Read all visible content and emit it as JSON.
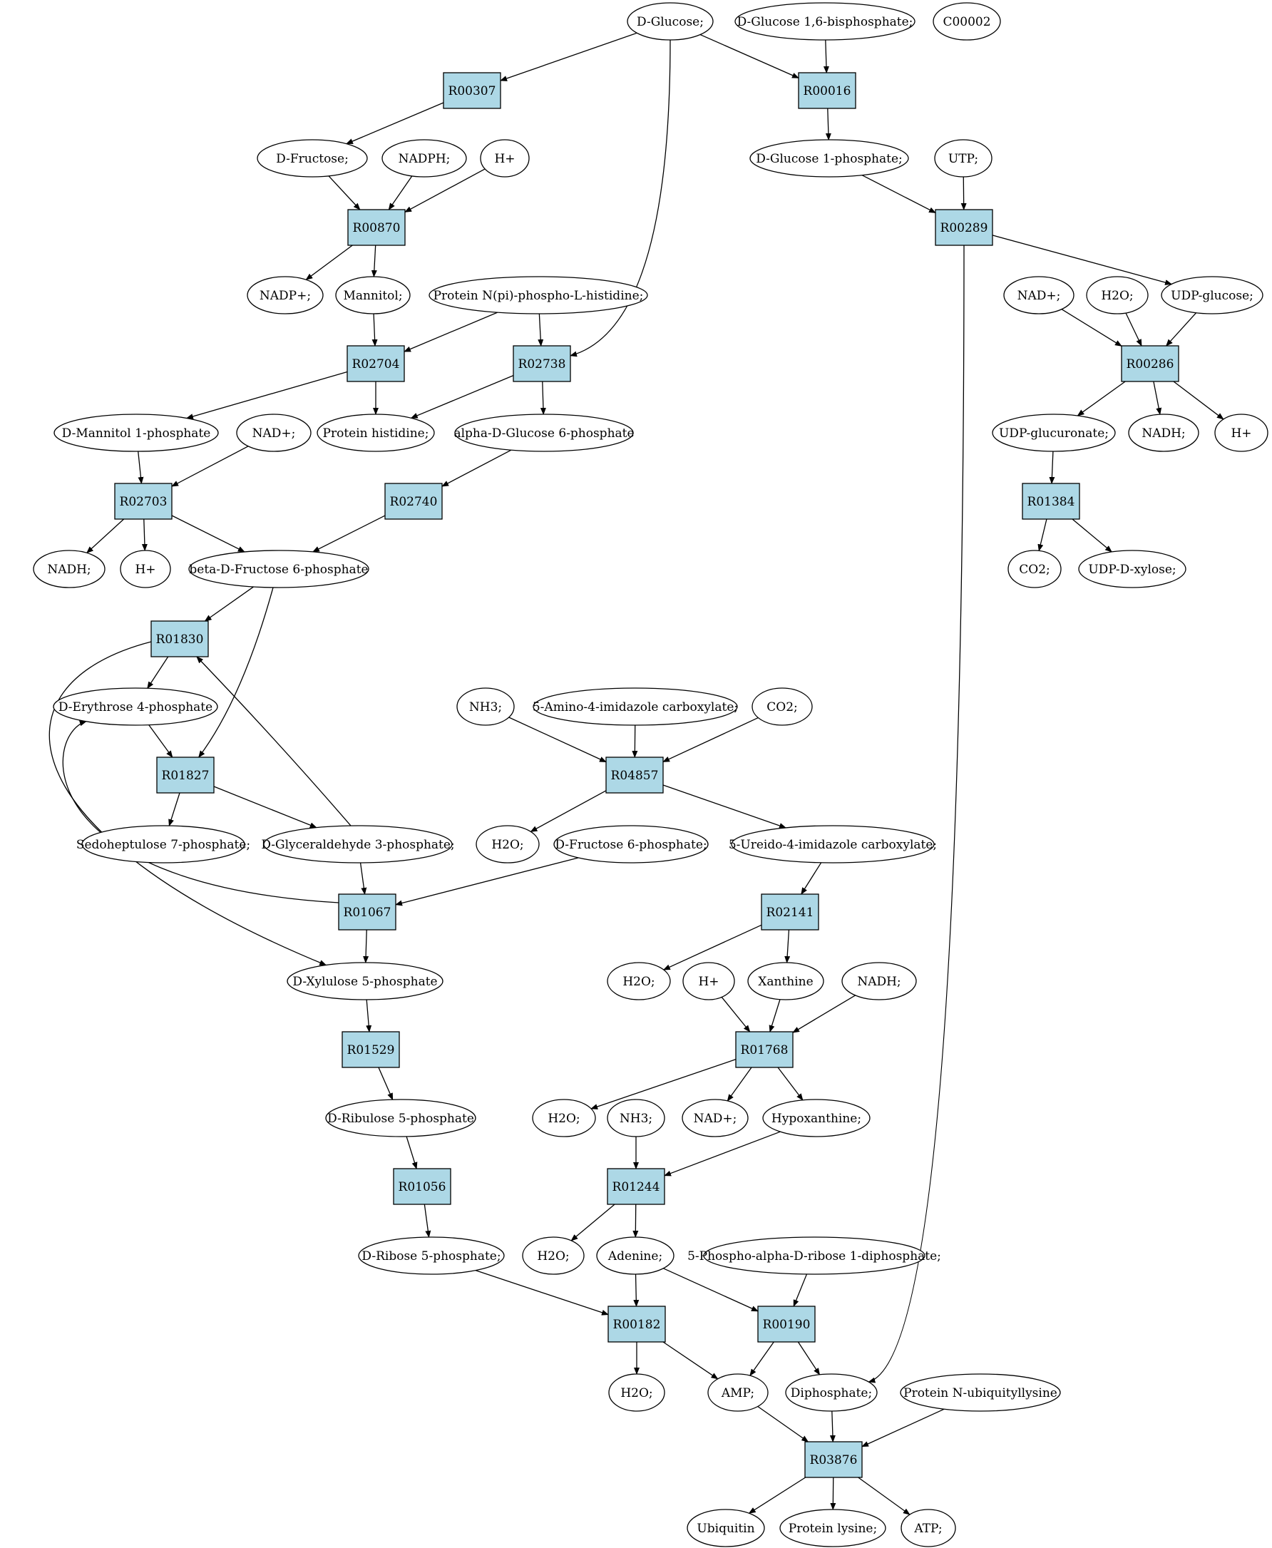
{
  "colors": {
    "reaction_fill": "#add8e6",
    "highlight_green": "#00ff00",
    "highlight_yellow": "#ffff00",
    "metabolite_fill": "#ffffff",
    "stroke": "#000000"
  },
  "metabolites": [
    {
      "id": "m_glucose",
      "label": "D-Glucose;",
      "fill": "#00ff00"
    },
    {
      "id": "m_g16bp",
      "label": "D-Glucose 1,6-bisphosphate;"
    },
    {
      "id": "m_c00002",
      "label": "C00002",
      "fill": "#ffff00"
    },
    {
      "id": "m_fructose",
      "label": "D-Fructose;"
    },
    {
      "id": "m_nadph",
      "label": "NADPH;"
    },
    {
      "id": "m_h_a",
      "label": "H+"
    },
    {
      "id": "m_g1p",
      "label": "D-Glucose 1-phosphate;"
    },
    {
      "id": "m_utp",
      "label": "UTP;"
    },
    {
      "id": "m_nadp",
      "label": "NADP+;"
    },
    {
      "id": "m_mannitol",
      "label": "Mannitol;"
    },
    {
      "id": "m_protnpi",
      "label": "Protein N(pi)-phospho-L-histidine;"
    },
    {
      "id": "m_nad_a",
      "label": "NAD+;"
    },
    {
      "id": "m_h2o_a",
      "label": "H2O;"
    },
    {
      "id": "m_udpglc",
      "label": "UDP-glucose;"
    },
    {
      "id": "m_m1p",
      "label": "D-Mannitol 1-phosphate"
    },
    {
      "id": "m_nad_b",
      "label": "NAD+;"
    },
    {
      "id": "m_prothis",
      "label": "Protein histidine;"
    },
    {
      "id": "m_ag6p",
      "label": "alpha-D-Glucose 6-phosphate"
    },
    {
      "id": "m_udpglcu",
      "label": "UDP-glucuronate;"
    },
    {
      "id": "m_nadh_a",
      "label": "NADH;"
    },
    {
      "id": "m_h_b",
      "label": "H+"
    },
    {
      "id": "m_nadh_b",
      "label": "NADH;"
    },
    {
      "id": "m_h_c",
      "label": "H+"
    },
    {
      "id": "m_bf6p",
      "label": "beta-D-Fructose 6-phosphate"
    },
    {
      "id": "m_co2_a",
      "label": "CO2;"
    },
    {
      "id": "m_udpxyl",
      "label": "UDP-D-xylose;"
    },
    {
      "id": "m_e4p",
      "label": "D-Erythrose 4-phosphate"
    },
    {
      "id": "m_nh3_a",
      "label": "NH3;"
    },
    {
      "id": "m_aic",
      "label": "5-Amino-4-imidazole carboxylate;"
    },
    {
      "id": "m_co2_b",
      "label": "CO2;"
    },
    {
      "id": "m_s7p",
      "label": "Sedoheptulose 7-phosphate;"
    },
    {
      "id": "m_gap",
      "label": "D-Glyceraldehyde 3-phosphate;"
    },
    {
      "id": "m_h2o_b",
      "label": "H2O;"
    },
    {
      "id": "m_f6p",
      "label": "D-Fructose 6-phosphate;"
    },
    {
      "id": "m_uic",
      "label": "5-Ureido-4-imidazole carboxylate;"
    },
    {
      "id": "m_x5p",
      "label": "D-Xylulose 5-phosphate"
    },
    {
      "id": "m_h2o_c",
      "label": "H2O;"
    },
    {
      "id": "m_h_d",
      "label": "H+"
    },
    {
      "id": "m_xanthine",
      "label": "Xanthine"
    },
    {
      "id": "m_nadh_c",
      "label": "NADH;"
    },
    {
      "id": "m_r5p",
      "label": "D-Ribulose 5-phosphate"
    },
    {
      "id": "m_h2o_d",
      "label": "H2O;"
    },
    {
      "id": "m_nh3_b",
      "label": "NH3;"
    },
    {
      "id": "m_nad_c",
      "label": "NAD+;"
    },
    {
      "id": "m_hypox",
      "label": "Hypoxanthine;"
    },
    {
      "id": "m_rib5p",
      "label": "D-Ribose 5-phosphate;"
    },
    {
      "id": "m_h2o_e",
      "label": "H2O;"
    },
    {
      "id": "m_adenine",
      "label": "Adenine;"
    },
    {
      "id": "m_prpp",
      "label": "5-Phospho-alpha-D-ribose 1-diphosphate;"
    },
    {
      "id": "m_h2o_f",
      "label": "H2O;"
    },
    {
      "id": "m_amp",
      "label": "AMP;"
    },
    {
      "id": "m_ppi",
      "label": "Diphosphate;"
    },
    {
      "id": "m_protubq",
      "label": "Protein N-ubiquityllysine"
    },
    {
      "id": "m_ubiquitin",
      "label": "Ubiquitin"
    },
    {
      "id": "m_protlys",
      "label": "Protein lysine;"
    },
    {
      "id": "m_atp",
      "label": "ATP;"
    }
  ],
  "reactions": [
    {
      "id": "R00307",
      "label": "R00307"
    },
    {
      "id": "R00016",
      "label": "R00016"
    },
    {
      "id": "R00870",
      "label": "R00870"
    },
    {
      "id": "R00289",
      "label": "R00289"
    },
    {
      "id": "R02704",
      "label": "R02704"
    },
    {
      "id": "R02738",
      "label": "R02738"
    },
    {
      "id": "R00286",
      "label": "R00286"
    },
    {
      "id": "R02703",
      "label": "R02703"
    },
    {
      "id": "R02740",
      "label": "R02740"
    },
    {
      "id": "R01384",
      "label": "R01384"
    },
    {
      "id": "R01830",
      "label": "R01830"
    },
    {
      "id": "R01827",
      "label": "R01827"
    },
    {
      "id": "R04857",
      "label": "R04857"
    },
    {
      "id": "R01067",
      "label": "R01067"
    },
    {
      "id": "R02141",
      "label": "R02141"
    },
    {
      "id": "R01529",
      "label": "R01529"
    },
    {
      "id": "R01768",
      "label": "R01768"
    },
    {
      "id": "R01056",
      "label": "R01056"
    },
    {
      "id": "R01244",
      "label": "R01244"
    },
    {
      "id": "R00182",
      "label": "R00182"
    },
    {
      "id": "R00190",
      "label": "R00190"
    },
    {
      "id": "R03876",
      "label": "R03876"
    }
  ],
  "edges": [
    [
      "m_glucose",
      "R00307"
    ],
    [
      "m_glucose",
      "R00016"
    ],
    [
      "m_glucose",
      "R02738"
    ],
    [
      "m_g16bp",
      "R00016"
    ],
    [
      "R00307",
      "m_fructose"
    ],
    [
      "R00016",
      "m_g1p"
    ],
    [
      "m_fructose",
      "R00870"
    ],
    [
      "m_nadph",
      "R00870"
    ],
    [
      "m_h_a",
      "R00870"
    ],
    [
      "m_g1p",
      "R00289"
    ],
    [
      "m_utp",
      "R00289"
    ],
    [
      "R00870",
      "m_nadp"
    ],
    [
      "R00870",
      "m_mannitol"
    ],
    [
      "R00289",
      "m_udpglc"
    ],
    [
      "R00289",
      "m_ppi"
    ],
    [
      "m_mannitol",
      "R02704"
    ],
    [
      "m_protnpi",
      "R02704"
    ],
    [
      "m_protnpi",
      "R02738"
    ],
    [
      "m_nad_a",
      "R00286"
    ],
    [
      "m_h2o_a",
      "R00286"
    ],
    [
      "m_udpglc",
      "R00286"
    ],
    [
      "R02704",
      "m_m1p"
    ],
    [
      "R02704",
      "m_prothis"
    ],
    [
      "R02738",
      "m_prothis"
    ],
    [
      "R02738",
      "m_ag6p"
    ],
    [
      "R00286",
      "m_udpglcu"
    ],
    [
      "R00286",
      "m_nadh_a"
    ],
    [
      "R00286",
      "m_h_b"
    ],
    [
      "m_m1p",
      "R02703"
    ],
    [
      "m_nad_b",
      "R02703"
    ],
    [
      "m_ag6p",
      "R02740"
    ],
    [
      "m_udpglcu",
      "R01384"
    ],
    [
      "R02703",
      "m_nadh_b"
    ],
    [
      "R02703",
      "m_h_c"
    ],
    [
      "R02703",
      "m_bf6p"
    ],
    [
      "R02740",
      "m_bf6p"
    ],
    [
      "R01384",
      "m_co2_a"
    ],
    [
      "R01384",
      "m_udpxyl"
    ],
    [
      "m_bf6p",
      "R01830"
    ],
    [
      "m_bf6p",
      "R01827"
    ],
    [
      "R01830",
      "m_e4p"
    ],
    [
      "R01830",
      "m_x5p"
    ],
    [
      "m_e4p",
      "R01827"
    ],
    [
      "m_gap",
      "R01830"
    ],
    [
      "m_nh3_a",
      "R04857"
    ],
    [
      "m_aic",
      "R04857"
    ],
    [
      "m_co2_b",
      "R04857"
    ],
    [
      "R01827",
      "m_s7p"
    ],
    [
      "R01827",
      "m_gap"
    ],
    [
      "R04857",
      "m_h2o_b"
    ],
    [
      "R04857",
      "m_uic"
    ],
    [
      "m_gap",
      "R01067"
    ],
    [
      "m_f6p",
      "R01067"
    ],
    [
      "m_uic",
      "R02141"
    ],
    [
      "R01067",
      "m_e4p"
    ],
    [
      "R01067",
      "m_x5p"
    ],
    [
      "R02141",
      "m_h2o_c"
    ],
    [
      "R02141",
      "m_xanthine"
    ],
    [
      "m_h_d",
      "R01768"
    ],
    [
      "m_xanthine",
      "R01768"
    ],
    [
      "m_nadh_c",
      "R01768"
    ],
    [
      "m_x5p",
      "R01529"
    ],
    [
      "R01529",
      "m_r5p"
    ],
    [
      "R01768",
      "m_h2o_d"
    ],
    [
      "R01768",
      "m_nad_c"
    ],
    [
      "R01768",
      "m_hypox"
    ],
    [
      "m_r5p",
      "R01056"
    ],
    [
      "m_nh3_b",
      "R01244"
    ],
    [
      "m_hypox",
      "R01244"
    ],
    [
      "R01056",
      "m_rib5p"
    ],
    [
      "R01244",
      "m_h2o_e"
    ],
    [
      "R01244",
      "m_adenine"
    ],
    [
      "m_rib5p",
      "R00182"
    ],
    [
      "m_adenine",
      "R00182"
    ],
    [
      "m_adenine",
      "R00190"
    ],
    [
      "m_prpp",
      "R00190"
    ],
    [
      "R00182",
      "m_h2o_f"
    ],
    [
      "R00182",
      "m_amp"
    ],
    [
      "R00190",
      "m_amp"
    ],
    [
      "R00190",
      "m_ppi"
    ],
    [
      "m_amp",
      "R03876"
    ],
    [
      "m_ppi",
      "R03876"
    ],
    [
      "m_protubq",
      "R03876"
    ],
    [
      "R03876",
      "m_ubiquitin"
    ],
    [
      "R03876",
      "m_protlys"
    ],
    [
      "R03876",
      "m_atp"
    ]
  ]
}
